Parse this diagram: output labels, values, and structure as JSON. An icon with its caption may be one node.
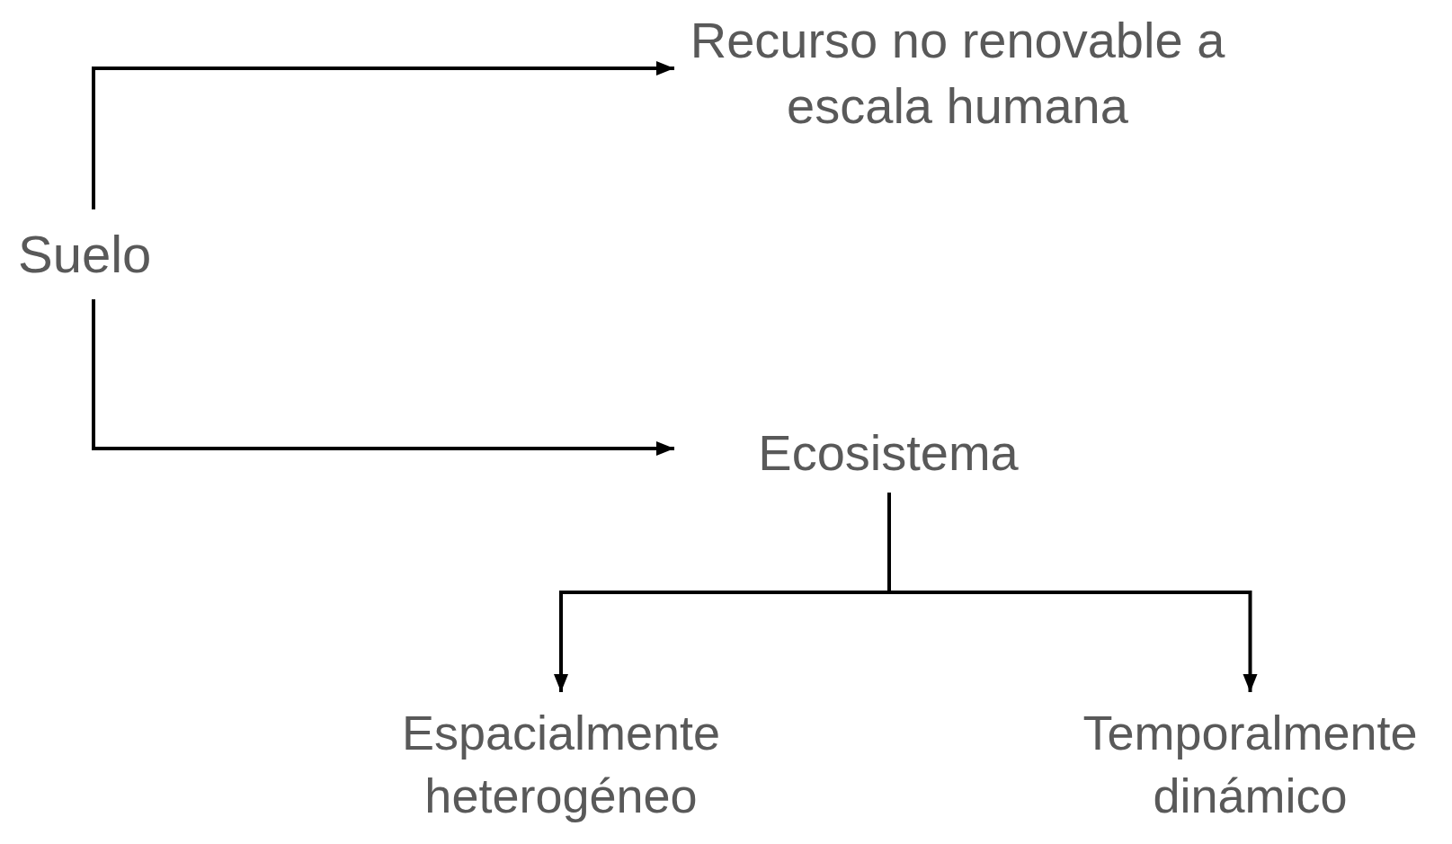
{
  "diagram": {
    "nodes": [
      {
        "text": [
          "Suelo"
        ]
      },
      {
        "text": [
          "Recurso no renovable a escala humana"
        ]
      },
      {
        "text": [
          "Ecosistema"
        ]
      },
      {
        "text": [
          "Espacialmente heterogéneo"
        ]
      },
      {
        "text": [
          "Temporalmente dinámico"
        ]
      }
    ],
    "edges": [
      {
        "from": 0,
        "to": 1,
        "arrow": "to"
      },
      {
        "from": 0,
        "to": 2,
        "arrow": "to"
      },
      {
        "from": 2,
        "to": 3,
        "arrow": "to"
      },
      {
        "from": 2,
        "to": 4,
        "arrow": "to"
      }
    ]
  }
}
